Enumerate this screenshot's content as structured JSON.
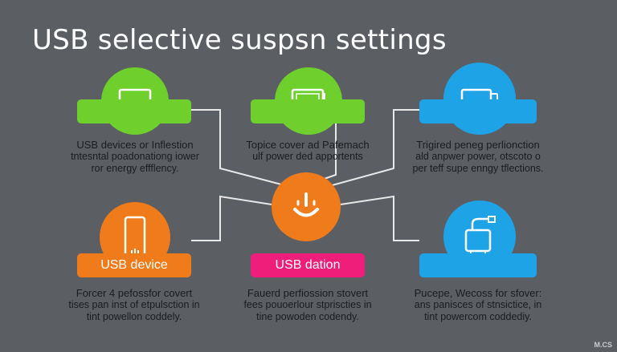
{
  "title": "USB selective suspsn settings",
  "hub": {
    "icon": "power-smile-icon",
    "color": "#f07b1a"
  },
  "nodes": [
    {
      "id": "top-left",
      "color": "#6fcf2c",
      "icon": "monitor-icon",
      "bar_label": "",
      "caption": [
        "USB devices or Inflestion",
        "tntesntal poadonationg iower",
        "ror energy effflency."
      ]
    },
    {
      "id": "top-center",
      "color": "#6fcf2c",
      "icon": "tablet-icon",
      "bar_label": "",
      "caption": [
        "Topice cover ad Pafemach",
        "ulf power ded apportents",
        ""
      ]
    },
    {
      "id": "top-right",
      "color": "#1ea3e6",
      "icon": "projector-icon",
      "bar_label": "",
      "caption": [
        "Trigired peneg perlionction",
        "ald anpwer power, otscoto o",
        "per teff supe enngy tflections."
      ]
    },
    {
      "id": "bottom-left",
      "color": "#f07b1a",
      "icon": "phone-icon",
      "bar_label": "USB device",
      "caption": [
        "Forcer 4 pefossfor covert",
        "tises pan inst of etpulsction in",
        "tint powellon coddely."
      ]
    },
    {
      "id": "bottom-center",
      "color": "#ee1e7a",
      "icon": "",
      "bar_label": "USB dation",
      "caption": [
        "Fauerd perfiossion stovert",
        "fees pouoerlour stpriscties in",
        "tine powoden codendy."
      ]
    },
    {
      "id": "bottom-right",
      "color": "#1ea3e6",
      "icon": "usb-plug-icon",
      "bar_label": "",
      "caption": [
        "Pucepe, Wecoss for sfover:",
        "ans panisces of stnsictice, in",
        "tint powercom coddediy."
      ]
    }
  ],
  "watermark": "M.CS",
  "colors": {
    "background": "#5b5e63",
    "caption_text": "#1b1c1f",
    "connector": "#e8e8e8"
  }
}
